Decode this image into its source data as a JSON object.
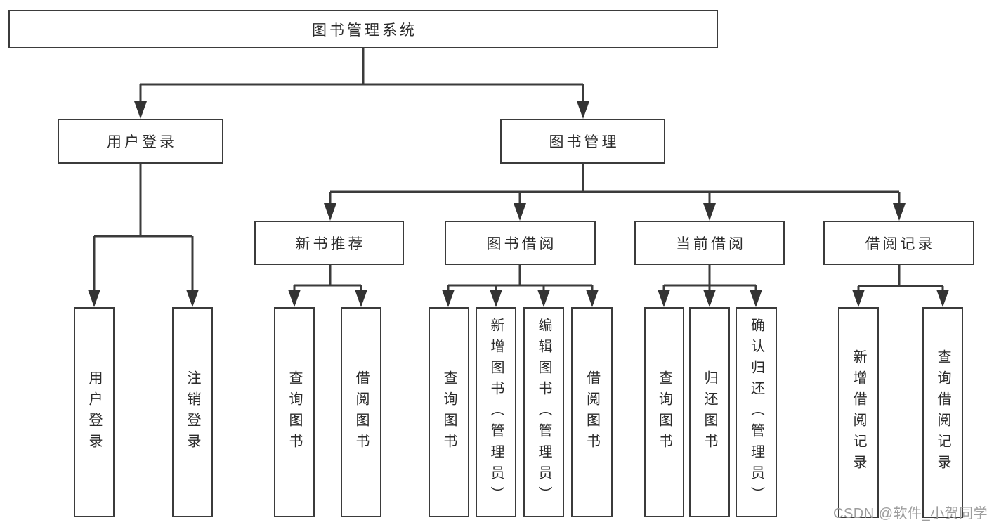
{
  "tree": {
    "label": "图书管理系统",
    "children": [
      {
        "label": "用户登录",
        "children": [
          {
            "label": "用户登录"
          },
          {
            "label": "注销登录"
          }
        ]
      },
      {
        "label": "图书管理",
        "children": [
          {
            "label": "新书推荐",
            "children": [
              {
                "label": "查询图书"
              },
              {
                "label": "借阅图书"
              }
            ]
          },
          {
            "label": "图书借阅",
            "children": [
              {
                "label": "查询图书"
              },
              {
                "label": "新增图书（管理员）"
              },
              {
                "label": "编辑图书（管理员）"
              },
              {
                "label": "借阅图书"
              }
            ]
          },
          {
            "label": "当前借阅",
            "children": [
              {
                "label": "查询图书"
              },
              {
                "label": "归还图书"
              },
              {
                "label": "确认归还（管理员）"
              }
            ]
          },
          {
            "label": "借阅记录",
            "children": [
              {
                "label": "新增借阅记录"
              },
              {
                "label": "查询借阅记录"
              }
            ]
          }
        ]
      }
    ]
  },
  "watermark": {
    "text": "CSDN @软件_小贺同学",
    "color": "#9d9d9d"
  },
  "colors": {
    "line": "#3b3b3b",
    "box_border": "#3b3b3b",
    "text": "#2b2b2b",
    "background": "#ffffff"
  }
}
